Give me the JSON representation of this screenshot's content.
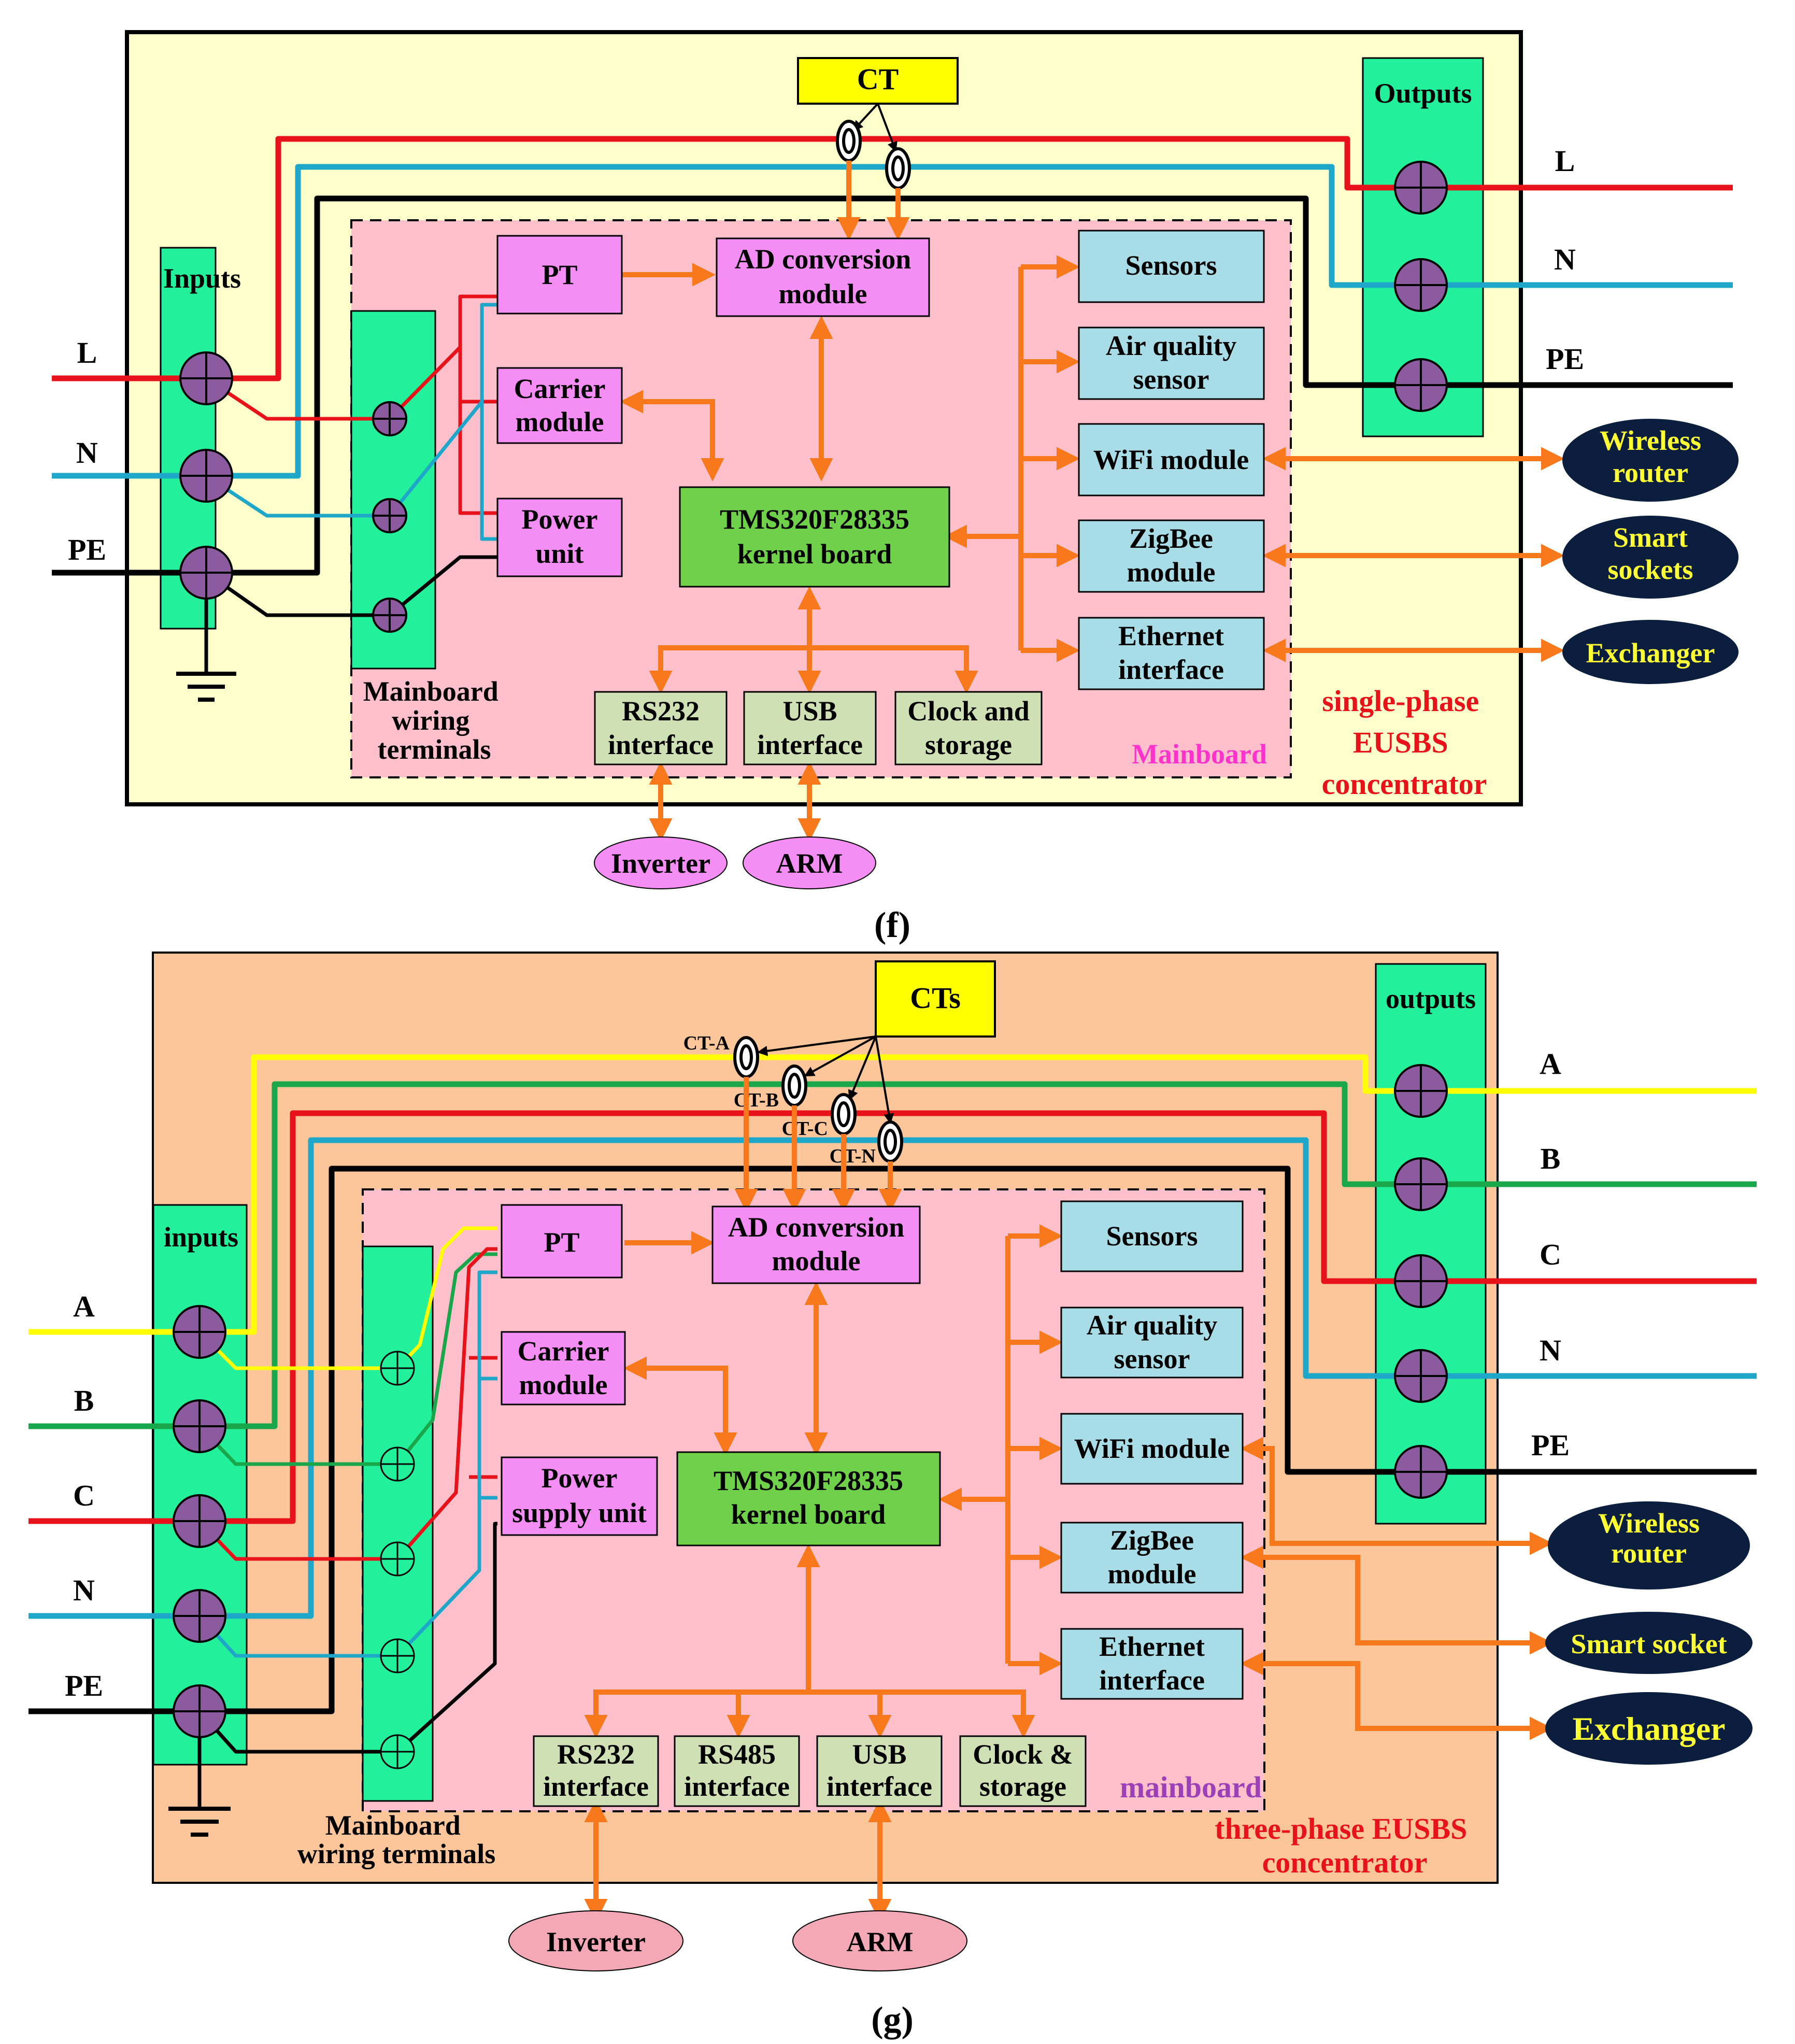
{
  "colors": {
    "panel_f": "#ffffcc",
    "panel_g": "#fcc59a",
    "mainboard": "#ffc0cb",
    "terminal": "#23f09a",
    "pink_box": "#f48ef4",
    "blue_box": "#a8dde8",
    "green_box": "#6fd04a",
    "iface_box": "#cfe0b4",
    "navy": "#0b1e3d",
    "arrow": "#f8791b",
    "line_L": "#e8121b",
    "line_N": "#1ea7c9",
    "line_PE": "#000000",
    "line_A": "#ffff00",
    "line_B": "#1aa64a"
  },
  "icons": [
    "terminal-screw-icon",
    "ground-icon",
    "ct-ring-icon",
    "arrow-icon"
  ],
  "panel_f": {
    "caption": "(f)",
    "title": [
      "single-phase",
      "EUSBS",
      "concentrator"
    ],
    "mainboard_label": "Mainboard",
    "ct": "CT",
    "inputs": "Inputs",
    "outputs": "Outputs",
    "in_lines": [
      "L",
      "N",
      "PE"
    ],
    "out_lines": [
      "L",
      "N",
      "PE"
    ],
    "terminals": [
      "Mainboard",
      "wiring",
      "terminals"
    ],
    "pt": "PT",
    "carrier": [
      "Carrier",
      "module"
    ],
    "power": [
      "Power",
      "unit"
    ],
    "ad": [
      "AD conversion",
      "module"
    ],
    "kernel": [
      "TMS320F28335",
      "kernel board"
    ],
    "sensors": "Sensors",
    "airq": [
      "Air quality",
      "sensor"
    ],
    "wifi": "WiFi module",
    "zigbee": [
      "ZigBee",
      "module"
    ],
    "ethernet": [
      "Ethernet",
      "interface"
    ],
    "rs232": [
      "RS232",
      "interface"
    ],
    "usb": [
      "USB",
      "interface"
    ],
    "clock": [
      "Clock and",
      "storage"
    ],
    "router": [
      "Wireless",
      "router"
    ],
    "sockets": [
      "Smart",
      "sockets"
    ],
    "exchanger": "Exchanger",
    "inverter": "Inverter",
    "arm": "ARM"
  },
  "panel_g": {
    "caption": "(g)",
    "title": [
      "three-phase EUSBS",
      "concentrator"
    ],
    "mainboard_label": "mainboard",
    "cts": "CTs",
    "ct_labels": [
      "CT-A",
      "CT-B",
      "CT-C",
      "CT-N"
    ],
    "inputs": "inputs",
    "outputs": "outputs",
    "in_lines": [
      "A",
      "B",
      "C",
      "N",
      "PE"
    ],
    "out_lines": [
      "A",
      "B",
      "C",
      "N",
      "PE"
    ],
    "terminals": [
      "Mainboard",
      "wiring terminals"
    ],
    "pt": "PT",
    "carrier": [
      "Carrier",
      "module"
    ],
    "power": [
      "Power",
      "supply unit"
    ],
    "ad": [
      "AD conversion",
      "module"
    ],
    "kernel": [
      "TMS320F28335",
      "kernel board"
    ],
    "sensors": "Sensors",
    "airq": [
      "Air quality",
      "sensor"
    ],
    "wifi": "WiFi module",
    "zigbee": [
      "ZigBee",
      "module"
    ],
    "ethernet": [
      "Ethernet",
      "interface"
    ],
    "rs232": [
      "RS232",
      "interface"
    ],
    "rs485": [
      "RS485",
      "interface"
    ],
    "usb": [
      "USB",
      "interface"
    ],
    "clock": [
      "Clock &",
      "storage"
    ],
    "router": [
      "Wireless",
      "router"
    ],
    "socket": "Smart socket",
    "exchanger": "Exchanger",
    "inverter": "Inverter",
    "arm": "ARM"
  }
}
